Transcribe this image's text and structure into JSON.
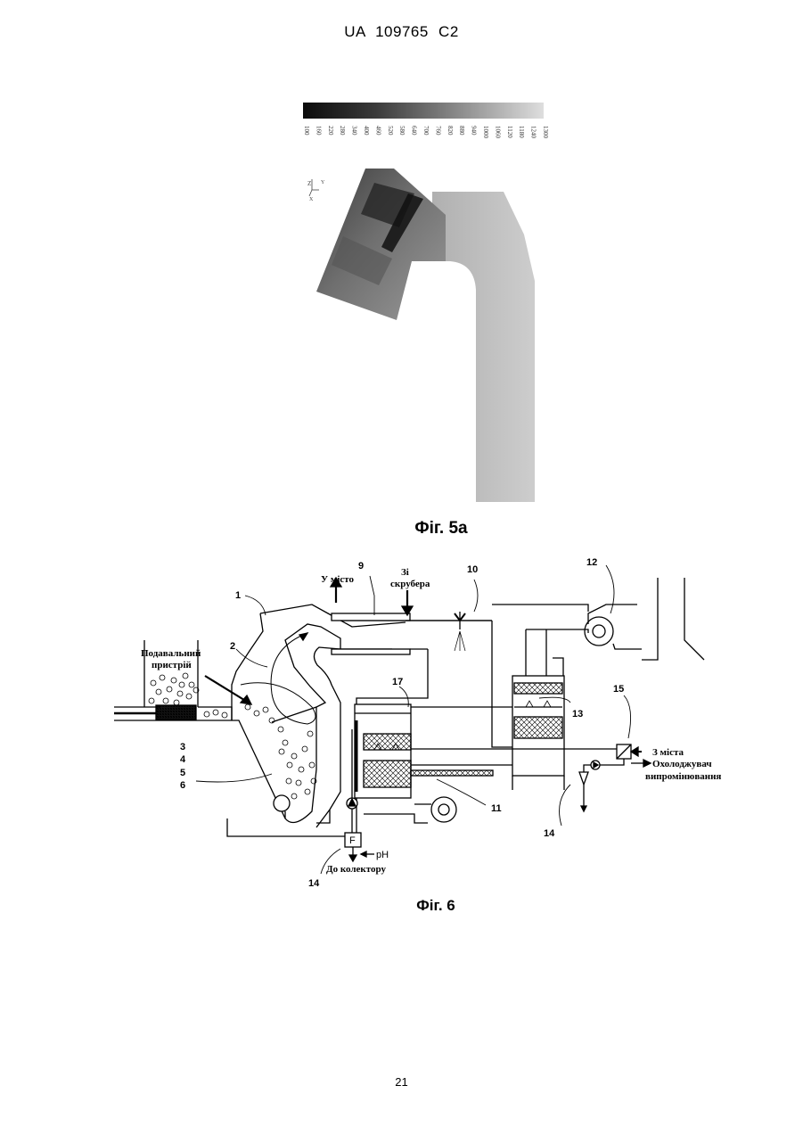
{
  "header": {
    "text": "UA   109765   C2"
  },
  "fig5a": {
    "scale_values": [
      "100",
      "160",
      "220",
      "280",
      "340",
      "400",
      "460",
      "520",
      "580",
      "640",
      "700",
      "760",
      "820",
      "880",
      "940",
      "1000",
      "1060",
      "1120",
      "1180",
      "1240",
      "1300"
    ],
    "caption": "Фіг. 5а",
    "axis_glyphs": [
      "Z",
      "Y",
      "X"
    ]
  },
  "fig6": {
    "caption": "Фіг. 6",
    "texts": {
      "feeder_line1": "Подавальний",
      "feeder_line2": "пристрій",
      "to_city": "У місто",
      "from_scrubber_line1": "Зі",
      "from_scrubber_line2": "скрубера",
      "from_city": "З міста",
      "coolant": "Охолоджувач",
      "radiation": "випромінювання",
      "to_collector": "До колектору",
      "ph": "pH",
      "filter": "F"
    },
    "numbers": {
      "n1": "1",
      "n2": "2",
      "n3": "3",
      "n4": "4",
      "n5": "5",
      "n6": "6",
      "n9": "9",
      "n10": "10",
      "n11": "11",
      "n12": "12",
      "n13": "13",
      "n14a": "14",
      "n14b": "14",
      "n15": "15",
      "n17": "17"
    }
  },
  "page_number": "21"
}
